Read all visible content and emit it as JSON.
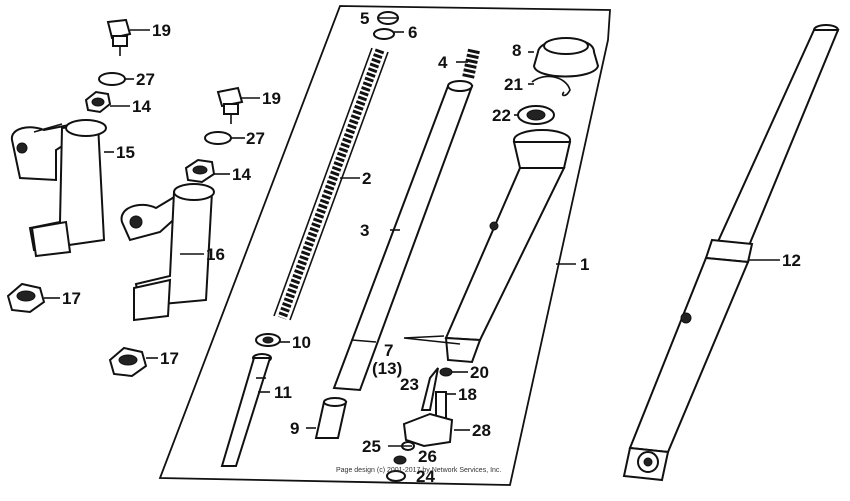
{
  "diagram": {
    "footer_text": "Page design (c) 2001-2017 by Network Services, Inc.",
    "callouts": [
      {
        "key": "p1",
        "label": "1"
      },
      {
        "key": "p2",
        "label": "2"
      },
      {
        "key": "p3",
        "label": "3"
      },
      {
        "key": "p4",
        "label": "4"
      },
      {
        "key": "p5",
        "label": "5"
      },
      {
        "key": "p6",
        "label": "6"
      },
      {
        "key": "p7",
        "label": "7"
      },
      {
        "key": "p8",
        "label": "8"
      },
      {
        "key": "p9",
        "label": "9"
      },
      {
        "key": "p10",
        "label": "10"
      },
      {
        "key": "p11",
        "label": "11"
      },
      {
        "key": "p12",
        "label": "12"
      },
      {
        "key": "p13",
        "label": "(13)"
      },
      {
        "key": "p14a",
        "label": "14"
      },
      {
        "key": "p14b",
        "label": "14"
      },
      {
        "key": "p15",
        "label": "15"
      },
      {
        "key": "p16",
        "label": "16"
      },
      {
        "key": "p17a",
        "label": "17"
      },
      {
        "key": "p17b",
        "label": "17"
      },
      {
        "key": "p18",
        "label": "18"
      },
      {
        "key": "p19a",
        "label": "19"
      },
      {
        "key": "p19b",
        "label": "19"
      },
      {
        "key": "p20",
        "label": "20"
      },
      {
        "key": "p21",
        "label": "21"
      },
      {
        "key": "p22",
        "label": "22"
      },
      {
        "key": "p23",
        "label": "23"
      },
      {
        "key": "p24",
        "label": "24"
      },
      {
        "key": "p25",
        "label": "25"
      },
      {
        "key": "p26",
        "label": "26"
      },
      {
        "key": "p27a",
        "label": "27"
      },
      {
        "key": "p27b",
        "label": "27"
      },
      {
        "key": "p28",
        "label": "28"
      }
    ]
  }
}
